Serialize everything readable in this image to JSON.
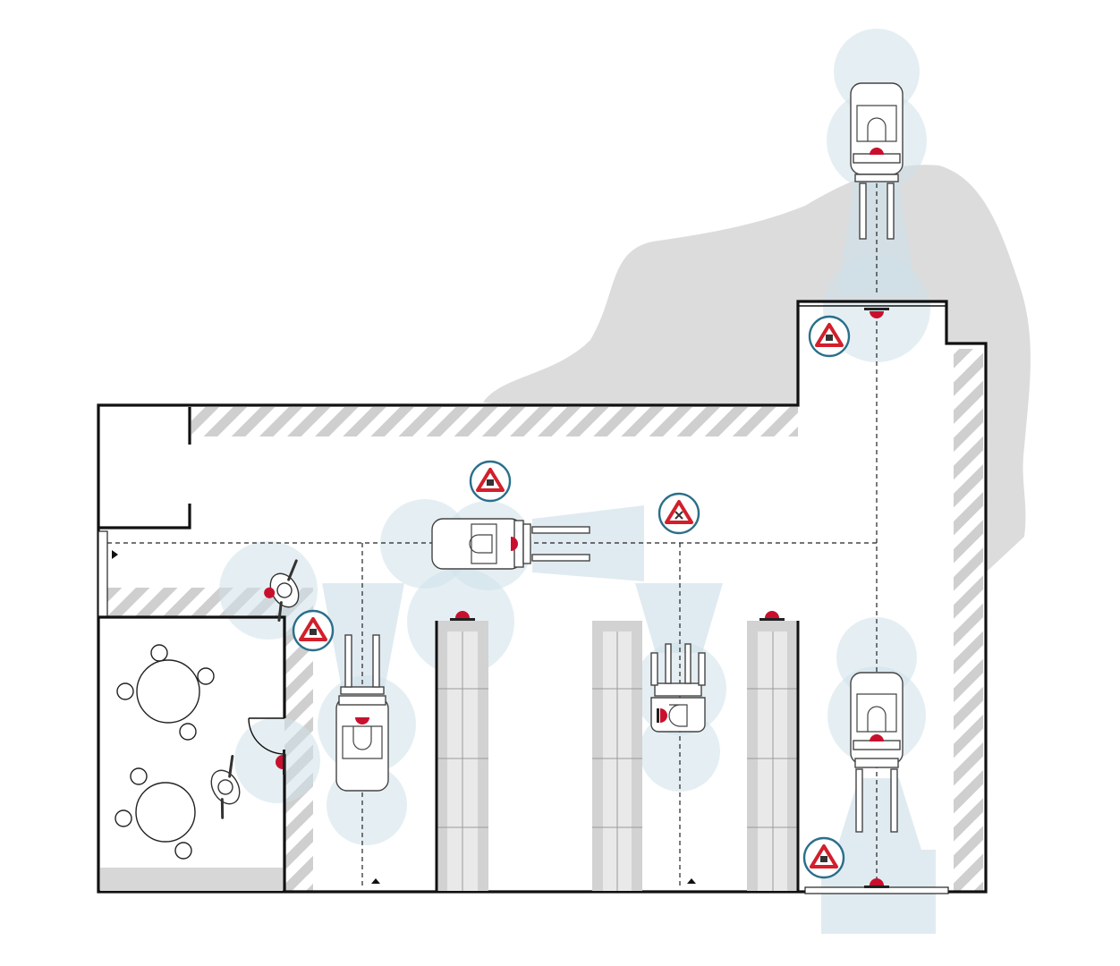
{
  "diagram": {
    "type": "warehouse-floor-plan",
    "colors": {
      "wall": "#111111",
      "hatch": "#cfcfcf",
      "sensor_zone": "#cfe1ea",
      "outdoor_area": "#dcdcdc",
      "warning_sign_border": "#d21f2b",
      "sign_ring": "#2b6f8a",
      "beacon": "#c8102e"
    },
    "icons": {
      "warning_sign": "triangle-warning-icon",
      "crossing_sign": "crossing-x-icon",
      "forklift": "forklift-icon",
      "pedestrian": "pedestrian-icon",
      "beacon": "beacon-light-icon",
      "direction": "arrow-triangle-icon"
    },
    "counts": {
      "forklifts": 5,
      "pedestrians": 2,
      "warning_signs": 5,
      "storage_racks": 3,
      "tables": 2
    }
  }
}
